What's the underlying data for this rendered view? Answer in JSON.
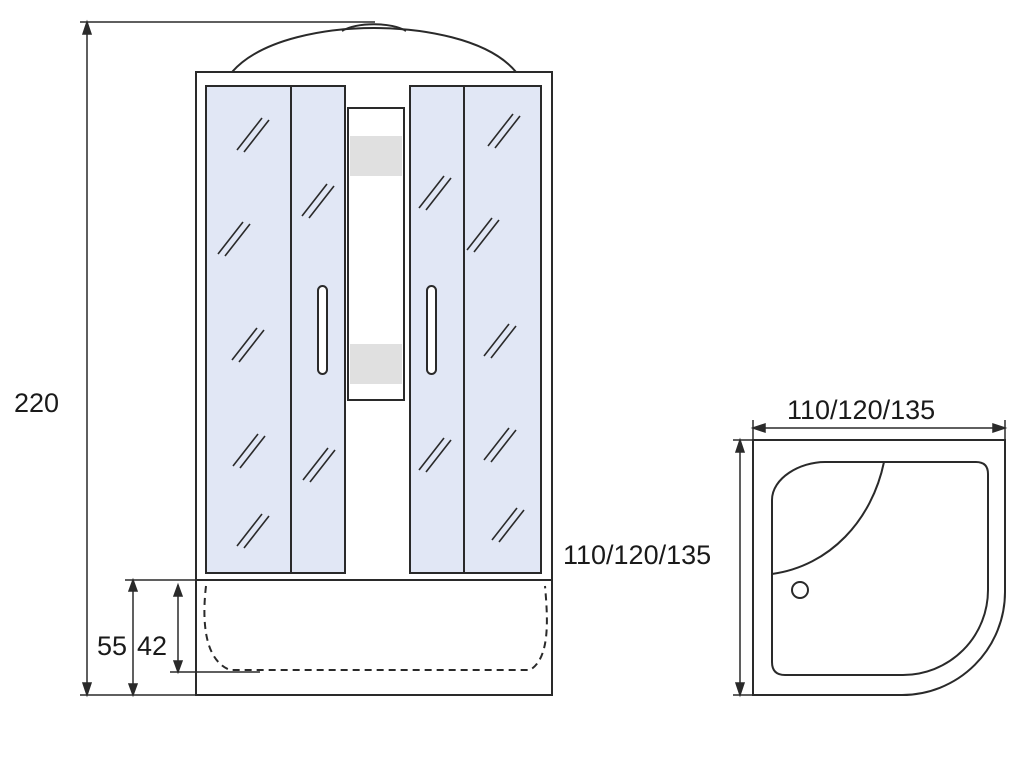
{
  "dimensions": {
    "total_height": "220",
    "tray_height": "55",
    "tray_inner_height": "42",
    "depth": "110/120/135",
    "width": "110/120/135"
  },
  "colors": {
    "glass": "#e1e7f5",
    "line": "#2a2a2a",
    "frosted_band": "#e0e0e0",
    "background": "#ffffff"
  }
}
